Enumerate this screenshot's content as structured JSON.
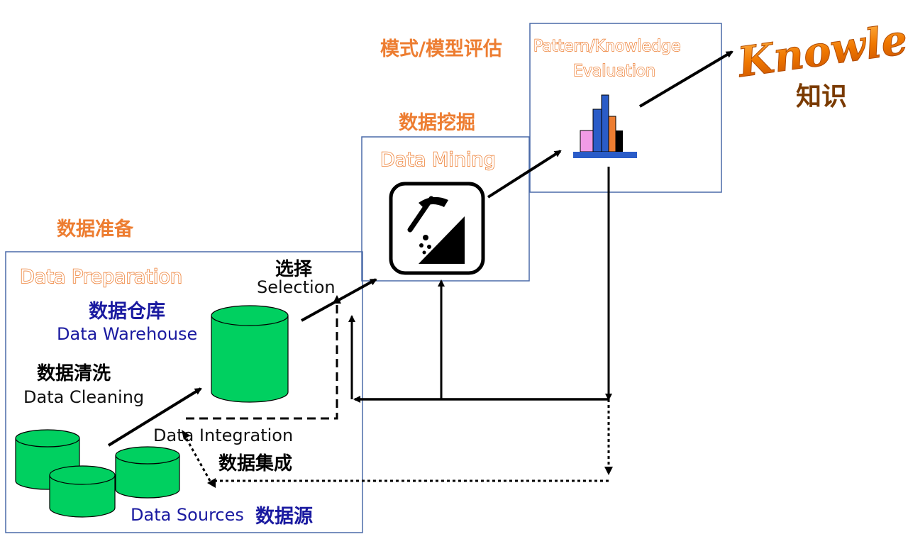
{
  "stages": {
    "preparation": {
      "title_en": "Data Preparation",
      "title_zh": "数据准备"
    },
    "mining": {
      "title_en": "Data Mining",
      "title_zh": "数据挖掘"
    },
    "evaluation": {
      "title_en_line1": "Pattern/Knowledge",
      "title_en_line2": "Evaluation",
      "title_zh": "模式/模型评估"
    }
  },
  "knowledge": {
    "title_en": "Knowledge",
    "title_zh": "知识"
  },
  "labels": {
    "warehouse_zh": "数据仓库",
    "warehouse_en": "Data Warehouse",
    "cleaning_zh": "数据清洗",
    "cleaning_en": "Data Cleaning",
    "integration_en": "Data Integration",
    "integration_zh": "数据集成",
    "selection_zh": "选择",
    "selection_en": "Selection",
    "sources_en": "Data Sources",
    "sources_zh": "数据源"
  },
  "colors": {
    "box_border": "#4a6aa8",
    "cylinder": "#00d060",
    "orange": "#ed7d31",
    "blue_text": "#1a1aa0",
    "knowledge": "#f07800"
  },
  "icons": {
    "mining": "pickaxe-icon",
    "evaluation": "bar-chart-icon"
  }
}
